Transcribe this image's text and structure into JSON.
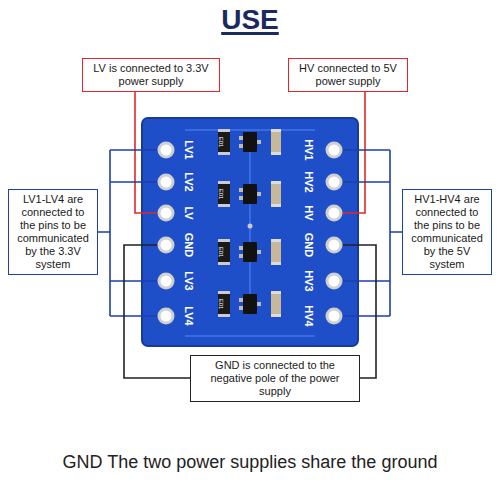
{
  "diagram": {
    "title": "USE",
    "caption": "GND The two power supplies share the ground",
    "nodes": [
      {
        "text": [
          "LV is connected to 3.3V power supply"
        ]
      },
      {
        "text": [
          "HV connected to 5V power supply"
        ]
      },
      {
        "text": [
          "LV1-LV4 are connected to the pins to be communicated by the 3.3V system"
        ]
      },
      {
        "text": [
          "HV1-HV4 are connected to the pins to be communicated by the 5V system"
        ]
      },
      {
        "text": [
          "GND is connected to the negative pole of the power supply"
        ]
      }
    ],
    "labels": [
      "LV1",
      "LV2",
      "LV",
      "GND",
      "LV3",
      "LV4",
      "HV1",
      "HV2",
      "HV",
      "GND",
      "HV3",
      "HV4",
      "E01",
      "E01",
      "E01",
      "E01"
    ]
  }
}
